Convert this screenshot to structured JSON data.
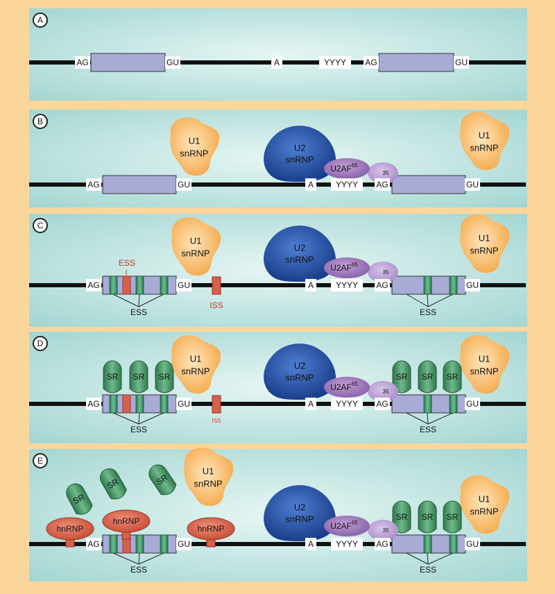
{
  "panels": [
    {
      "letter": "A"
    },
    {
      "letter": "B"
    },
    {
      "letter": "C"
    },
    {
      "letter": "D"
    },
    {
      "letter": "E"
    }
  ],
  "seq": {
    "ag": "AG",
    "gu": "GU",
    "branch_a": "A",
    "polypyrimidine": "YYYY"
  },
  "factors": {
    "u1_line1": "U1",
    "u1_line2": "snRNP",
    "u2_line1": "U2",
    "u2_line2": "snRNP",
    "u2af": "U2AF",
    "u2af_65": "65",
    "u2af_35": "35",
    "sr": "SR",
    "hnrnp": "hnRNP"
  },
  "elements": {
    "ess": "ESS",
    "iss": "ISS"
  },
  "colors": {
    "background": "#fbd69c",
    "panel": "#c6e6e3",
    "exon": "#a7abd6",
    "u1": "#f8b65c",
    "u2": "#1f4a9a",
    "u2af": "#9b6fb6",
    "sr": "#3f8e5e",
    "hnrnp": "#d8604a",
    "silencer": "#d8604a",
    "enhancer_band": "#2f8a5c"
  }
}
